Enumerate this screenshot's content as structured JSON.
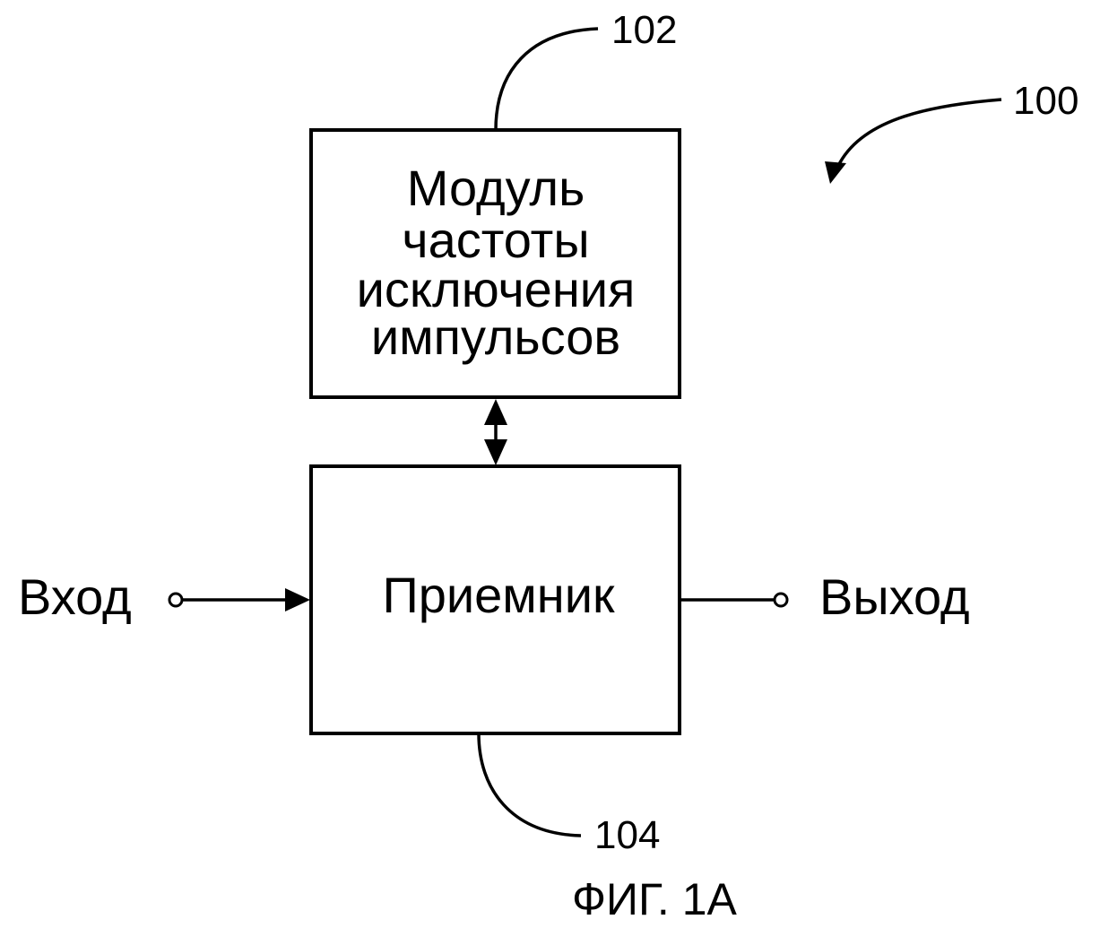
{
  "diagram": {
    "figure_label": "ФИГ. 1А",
    "system_ref": "100",
    "blocks": [
      {
        "id": "pulse-blanking-module",
        "ref": "102",
        "lines": [
          "Модуль",
          "частоты",
          "исключения",
          "импульсов"
        ]
      },
      {
        "id": "receiver",
        "ref": "104",
        "lines": [
          "Приемник"
        ]
      }
    ],
    "input_label": "Вход",
    "output_label": "Выход",
    "connections": [
      {
        "from": "pulse-blanking-module",
        "to": "receiver",
        "type": "bidirectional"
      },
      {
        "from": "input",
        "to": "receiver",
        "type": "arrow"
      },
      {
        "from": "receiver",
        "to": "output",
        "type": "line"
      }
    ],
    "colors": {
      "stroke": "#000000",
      "background": "#ffffff"
    }
  }
}
